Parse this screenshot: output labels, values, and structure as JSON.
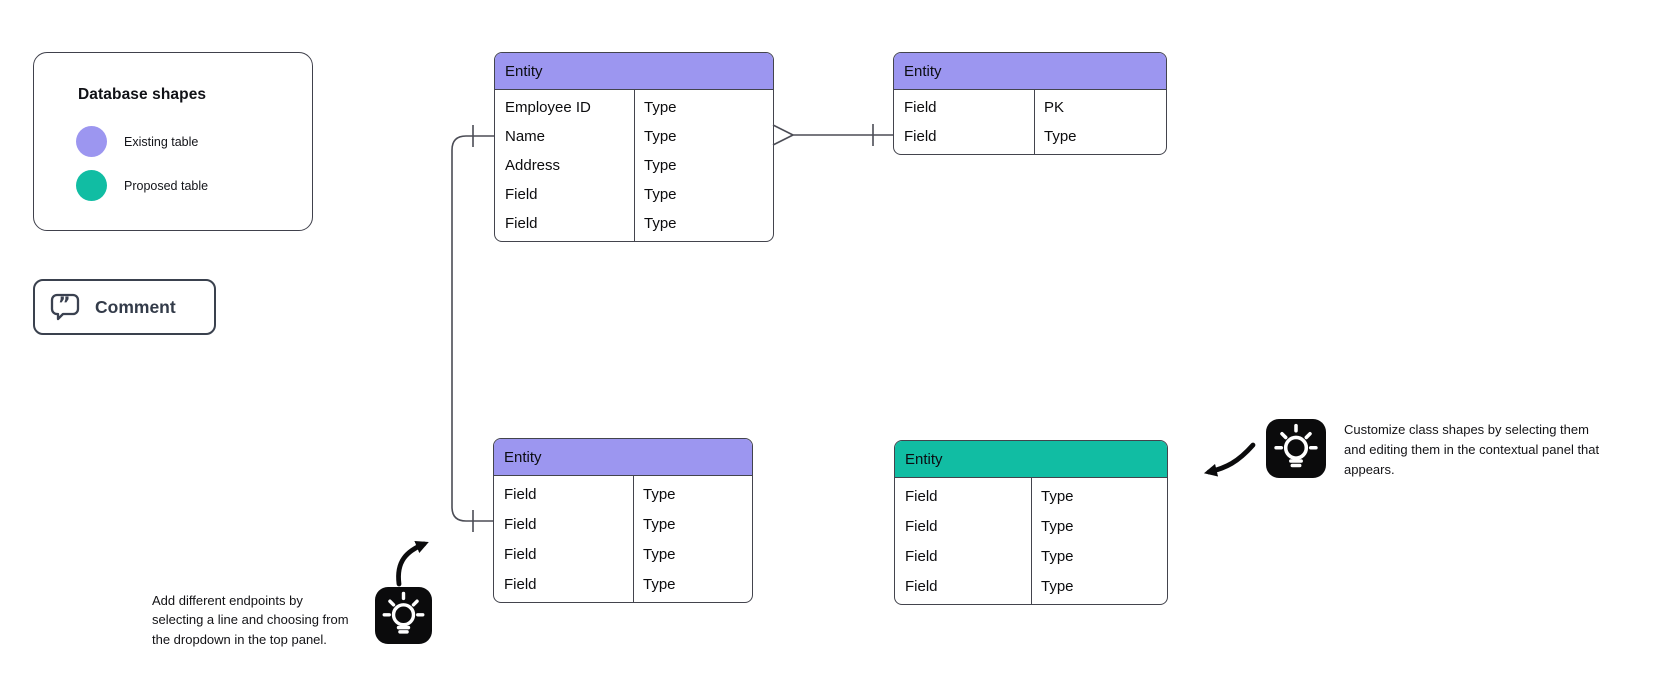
{
  "canvas_background": "#ffffff",
  "colors": {
    "existing_table_purple": "#9c96f0",
    "proposed_table_teal": "#11bda3",
    "table_border": "#43444d",
    "connector_line": "#4b4c55",
    "annotation_black": "#0b0b0c"
  },
  "legend": {
    "title": "Database shapes",
    "items": [
      {
        "label": "Existing table",
        "color": "#9c96f0"
      },
      {
        "label": "Proposed table",
        "color": "#11bda3"
      }
    ]
  },
  "comment_button": {
    "label": "Comment",
    "icon": "speech-bubble-quotes-icon"
  },
  "entities": [
    {
      "id": "employee-table",
      "title": "Entity",
      "header_color": "#9c96f0",
      "rows": [
        {
          "field": "Employee ID",
          "type": "Type"
        },
        {
          "field": "Name",
          "type": "Type"
        },
        {
          "field": "Address",
          "type": "Type"
        },
        {
          "field": "Field",
          "type": "Type"
        },
        {
          "field": "Field",
          "type": "Type"
        }
      ]
    },
    {
      "id": "top-right-table",
      "title": "Entity",
      "header_color": "#9c96f0",
      "rows": [
        {
          "field": "Field",
          "type": "PK"
        },
        {
          "field": "Field",
          "type": "Type"
        }
      ]
    },
    {
      "id": "bottom-middle-table",
      "title": "Entity",
      "header_color": "#9c96f0",
      "rows": [
        {
          "field": "Field",
          "type": "Type"
        },
        {
          "field": "Field",
          "type": "Type"
        },
        {
          "field": "Field",
          "type": "Type"
        },
        {
          "field": "Field",
          "type": "Type"
        }
      ]
    },
    {
      "id": "proposed-table",
      "title": "Entity",
      "header_color": "#11bda3",
      "rows": [
        {
          "field": "Field",
          "type": "Type"
        },
        {
          "field": "Field",
          "type": "Type"
        },
        {
          "field": "Field",
          "type": "Type"
        },
        {
          "field": "Field",
          "type": "Type"
        }
      ]
    }
  ],
  "tooltips": {
    "line_endpoints": {
      "icon": "lightbulb-icon",
      "lines": [
        "Add different endpoints by",
        "selecting a line and choosing from",
        "the dropdown in the top panel."
      ]
    },
    "customize_shapes": {
      "icon": "lightbulb-icon",
      "lines": [
        "Customize class shapes by selecting them",
        "and editing them in the contextual panel that",
        "appears."
      ]
    }
  }
}
